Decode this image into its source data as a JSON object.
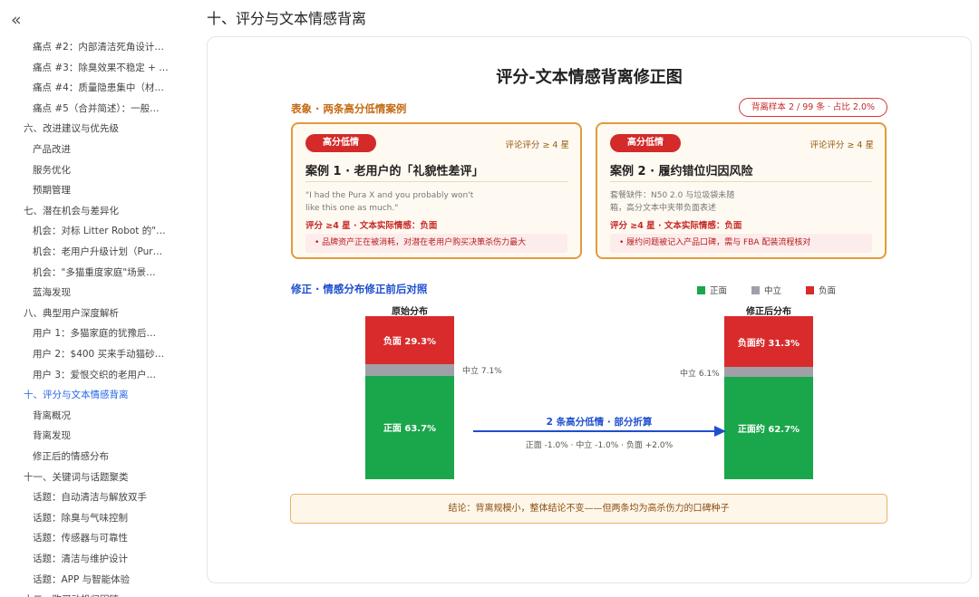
{
  "sidebar": {
    "items": [
      {
        "label": "痛点 #2：内部清洁死角设计…",
        "level": 2,
        "active": false
      },
      {
        "label": "痛点 #3：除臭效果不稳定 + …",
        "level": 2,
        "active": false
      },
      {
        "label": "痛点 #4：质量隐患集中（材…",
        "level": 2,
        "active": false
      },
      {
        "label": "痛点 #5（合并简述）：一般…",
        "level": 2,
        "active": false
      },
      {
        "label": "六、改进建议与优先级",
        "level": 1,
        "active": false
      },
      {
        "label": "产品改进",
        "level": 2,
        "active": false
      },
      {
        "label": "服务优化",
        "level": 2,
        "active": false
      },
      {
        "label": "预期管理",
        "level": 2,
        "active": false
      },
      {
        "label": "七、潜在机会与差异化",
        "level": 1,
        "active": false
      },
      {
        "label": "机会：对标 Litter Robot 的\"…",
        "level": 2,
        "active": false
      },
      {
        "label": "机会：老用户升级计划（Pur…",
        "level": 2,
        "active": false
      },
      {
        "label": "机会：\"多猫重度家庭\"场景…",
        "level": 2,
        "active": false
      },
      {
        "label": "蓝海发现",
        "level": 2,
        "active": false
      },
      {
        "label": "八、典型用户深度解析",
        "level": 1,
        "active": false
      },
      {
        "label": "用户 1：多猫家庭的犹豫后…",
        "level": 2,
        "active": false
      },
      {
        "label": "用户 2：$400 买来手动猫砂…",
        "level": 2,
        "active": false
      },
      {
        "label": "用户 3：爱恨交织的老用户…",
        "level": 2,
        "active": false
      },
      {
        "label": "十、评分与文本情感背离",
        "level": 1,
        "active": true
      },
      {
        "label": "背离概况",
        "level": 2,
        "active": false
      },
      {
        "label": "背离发现",
        "level": 2,
        "active": false
      },
      {
        "label": "修正后的情感分布",
        "level": 2,
        "active": false
      },
      {
        "label": "十一、关键词与话题聚类",
        "level": 1,
        "active": false
      },
      {
        "label": "话题：自动清洁与解放双手",
        "level": 2,
        "active": false
      },
      {
        "label": "话题：除臭与气味控制",
        "level": 2,
        "active": false
      },
      {
        "label": "话题：传感器与可靠性",
        "level": 2,
        "active": false
      },
      {
        "label": "话题：清洁与维护设计",
        "level": 2,
        "active": false
      },
      {
        "label": "话题：APP 与智能体验",
        "level": 2,
        "active": false
      },
      {
        "label": "十二、购买动机归因链",
        "level": 1,
        "active": false
      }
    ],
    "collapse_icon": "«"
  },
  "page": {
    "heading": "十、评分与文本情感背离"
  },
  "figure": {
    "title": "评分-文本情感背离修正图",
    "section1_title": "表象 · 两条高分低情案例",
    "sample_pill": "背离样本 2 / 99 条 · 占比 2.0%",
    "cases": [
      {
        "badge": "高分低情",
        "score": "评论评分 ≥ 4 星",
        "title": "案例 1 · 老用户的「礼貌性差评」",
        "quote": "\"I had the Pura X and you probably won't like this one as much.\"",
        "sentiment": "评分 ≥4 星 · 文本实际情感：负面",
        "note": "• 品牌资产正在被消耗，对潜在老用户购买决策杀伤力最大"
      },
      {
        "badge": "高分低情",
        "score": "评论评分 ≥ 4 星",
        "title": "案例 2 · 履约错位归因风险",
        "quote": "套餐缺件：N50 2.0 与垃圾袋未随箱，高分文本中夹带负面表述",
        "sentiment": "评分 ≥4 星 · 文本实际情感：负面",
        "note": "• 履约问题被记入产品口碑，需与 FBA 配装流程核对"
      }
    ],
    "section2_title": "修正 · 情感分布修正前后对照",
    "arrow_title": "2 条高分低情 · 部分折算",
    "arrow_sub": "正面 -1.0% · 中立 -1.0% · 负面 +2.0%",
    "conclusion": "结论：背离规模小，整体结论不变——但两条均为高杀伤力的口碑种子",
    "colors": {
      "positive": "#1aa64a",
      "neutral": "#a0a0a8",
      "negative": "#d92b2b",
      "accent_orange": "#c46a12",
      "accent_blue": "#1f4fcf"
    }
  },
  "chart_data": {
    "type": "bar",
    "stacked": true,
    "categories": [
      "原始分布",
      "修正后分布"
    ],
    "series": [
      {
        "name": "正面",
        "values": [
          63.7,
          62.7
        ],
        "labels": [
          "正面 63.7%",
          "正面约 62.7%"
        ],
        "color": "#1aa64a"
      },
      {
        "name": "中立",
        "values": [
          7.1,
          6.1
        ],
        "labels": [
          "中立 7.1%",
          "中立 6.1%"
        ],
        "color": "#a0a0a8"
      },
      {
        "name": "负面",
        "values": [
          29.3,
          31.3
        ],
        "labels": [
          "负面 29.3%",
          "负面约 31.3%"
        ],
        "color": "#d92b2b"
      }
    ],
    "legend": [
      "正面",
      "中立",
      "负面"
    ],
    "legend_position": "top-right",
    "ylim": [
      0,
      100
    ]
  }
}
